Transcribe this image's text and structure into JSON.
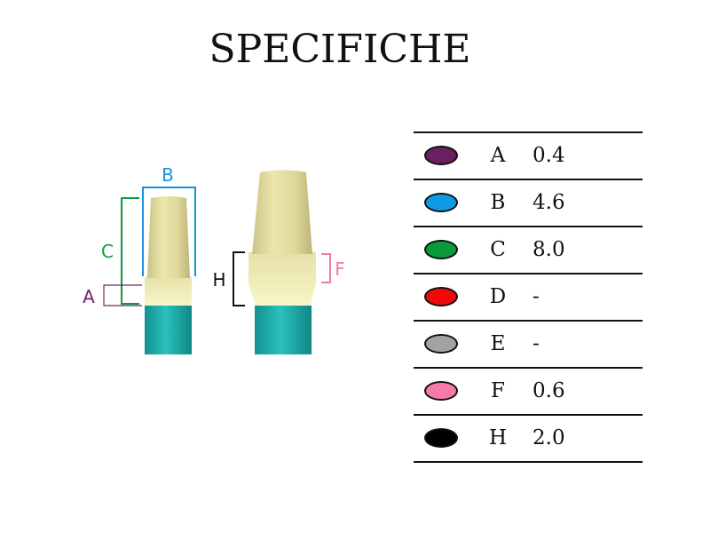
{
  "title": "SPECIFICHE",
  "diagram_labels": {
    "a": "A",
    "b": "B",
    "c": "C",
    "f": "F",
    "h": "H"
  },
  "colors": {
    "a": "#6e2565",
    "b": "#1793dd",
    "c": "#0a9e3a",
    "f": "#f07aad",
    "h": "#111111",
    "body_tan": "#e2dca0",
    "collar_light": "#f3f1bf",
    "implant_teal": "#1ea9a7"
  },
  "specs": [
    {
      "letter": "A",
      "value": "0.4",
      "color": "#6a2060",
      "icon": "purple-ellipse"
    },
    {
      "letter": "B",
      "value": "4.6",
      "color": "#0f9ae6",
      "icon": "blue-ellipse"
    },
    {
      "letter": "C",
      "value": "8.0",
      "color": "#0a9a38",
      "icon": "green-ellipse"
    },
    {
      "letter": "D",
      "value": "-",
      "color": "#ef0a0a",
      "icon": "red-ellipse"
    },
    {
      "letter": "E",
      "value": "-",
      "color": "#a3a3a3",
      "icon": "gray-ellipse"
    },
    {
      "letter": "F",
      "value": "0.6",
      "color": "#f77ba9",
      "icon": "pink-ellipse"
    },
    {
      "letter": "H",
      "value": "2.0",
      "color": "#000000",
      "icon": "black-ellipse"
    }
  ]
}
